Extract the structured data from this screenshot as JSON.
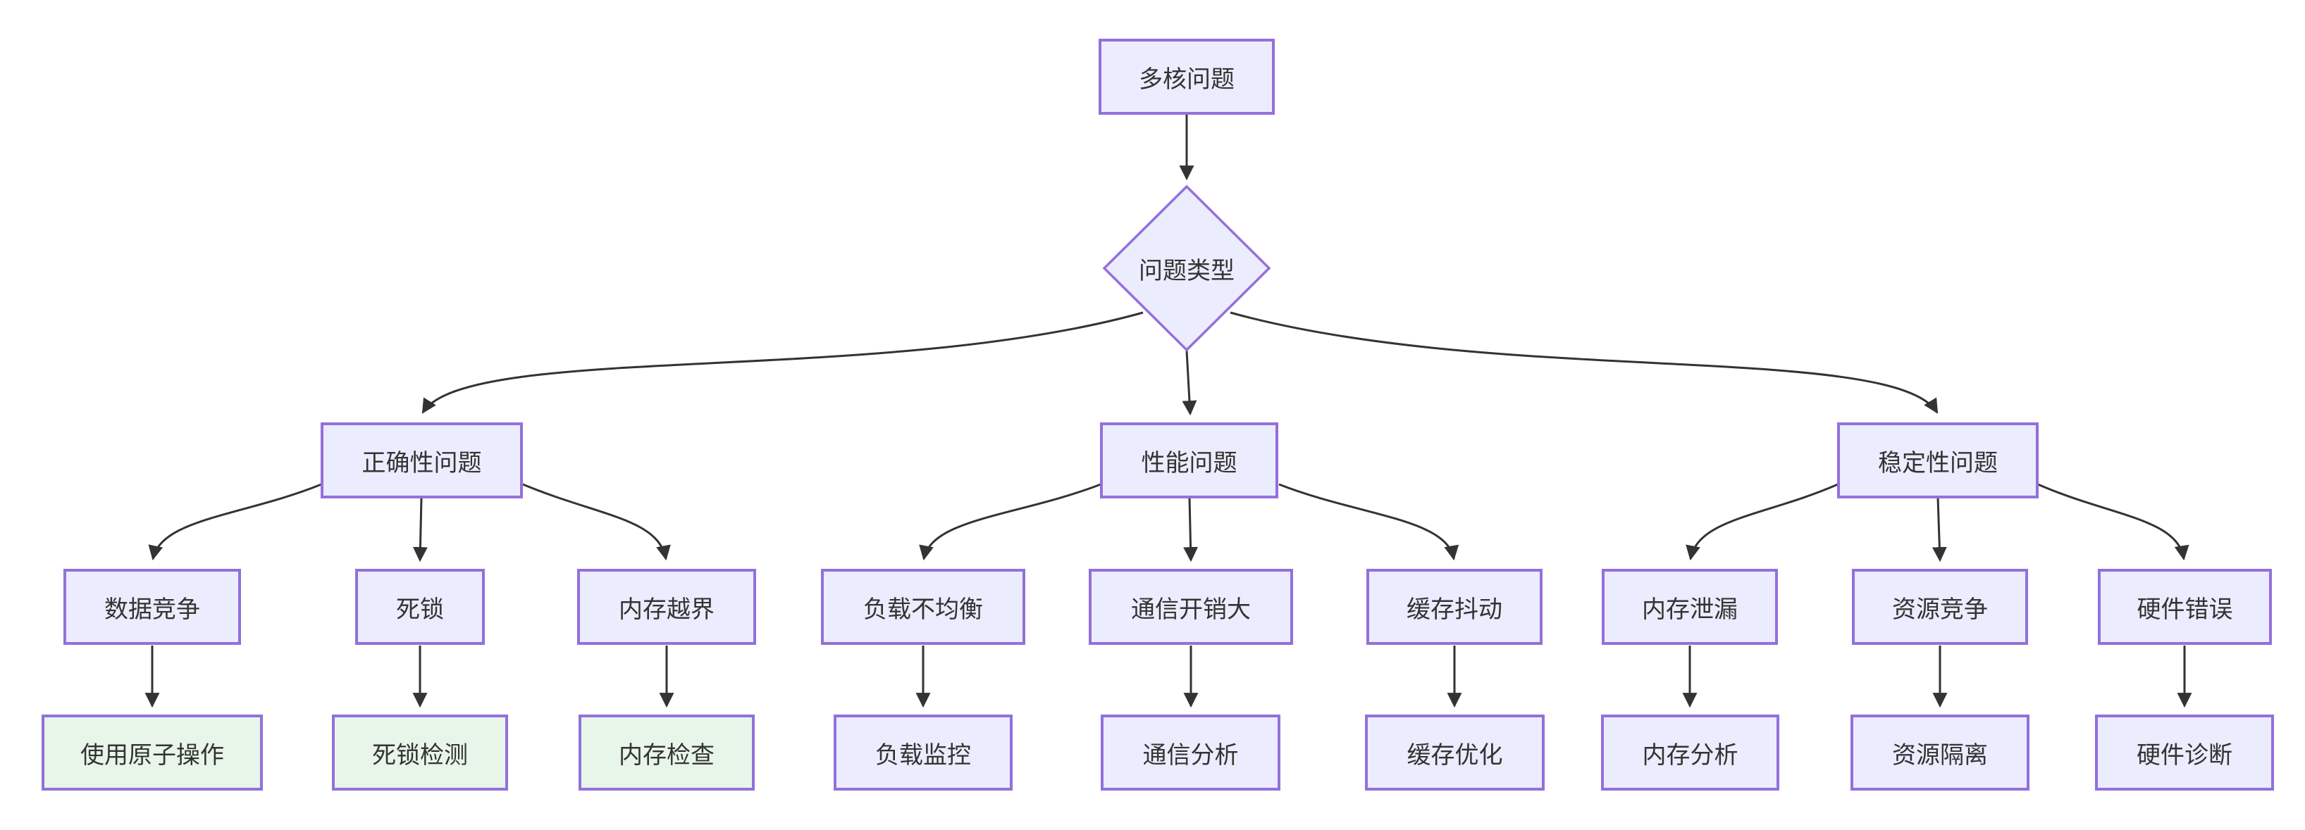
{
  "diagram": {
    "type": "flowchart",
    "colors": {
      "node_fill": "#ECECFF",
      "node_border": "#9370DB",
      "solution_fill": "#E8F5E9",
      "edge_line": "#333333",
      "text": "#333333",
      "background": "#FFFFFF"
    },
    "nodes": {
      "root": {
        "label": "多核问题",
        "shape": "rect"
      },
      "decision": {
        "label": "问题类型",
        "shape": "diamond"
      },
      "correctness": {
        "label": "正确性问题",
        "shape": "rect"
      },
      "performance": {
        "label": "性能问题",
        "shape": "rect"
      },
      "stability": {
        "label": "稳定性问题",
        "shape": "rect"
      },
      "data_race": {
        "label": "数据竞争",
        "shape": "rect"
      },
      "deadlock": {
        "label": "死锁",
        "shape": "rect"
      },
      "memory_oob": {
        "label": "内存越界",
        "shape": "rect"
      },
      "load_imbalance": {
        "label": "负载不均衡",
        "shape": "rect"
      },
      "comm_overhead": {
        "label": "通信开销大",
        "shape": "rect"
      },
      "cache_thrashing": {
        "label": "缓存抖动",
        "shape": "rect"
      },
      "memory_leak": {
        "label": "内存泄漏",
        "shape": "rect"
      },
      "resource_contention": {
        "label": "资源竞争",
        "shape": "rect"
      },
      "hardware_error": {
        "label": "硬件错误",
        "shape": "rect"
      },
      "use_atomic_ops": {
        "label": "使用原子操作",
        "shape": "rect",
        "style": "solution"
      },
      "deadlock_detection": {
        "label": "死锁检测",
        "shape": "rect",
        "style": "solution"
      },
      "memory_check": {
        "label": "内存检查",
        "shape": "rect",
        "style": "solution"
      },
      "load_monitoring": {
        "label": "负载监控",
        "shape": "rect"
      },
      "comm_analysis": {
        "label": "通信分析",
        "shape": "rect"
      },
      "cache_optimization": {
        "label": "缓存优化",
        "shape": "rect"
      },
      "memory_analysis": {
        "label": "内存分析",
        "shape": "rect"
      },
      "resource_isolation": {
        "label": "资源隔离",
        "shape": "rect"
      },
      "hardware_diagnosis": {
        "label": "硬件诊断",
        "shape": "rect"
      }
    },
    "edges": [
      {
        "from": "root",
        "to": "decision"
      },
      {
        "from": "decision",
        "to": "correctness"
      },
      {
        "from": "decision",
        "to": "performance"
      },
      {
        "from": "decision",
        "to": "stability"
      },
      {
        "from": "correctness",
        "to": "data_race"
      },
      {
        "from": "correctness",
        "to": "deadlock"
      },
      {
        "from": "correctness",
        "to": "memory_oob"
      },
      {
        "from": "performance",
        "to": "load_imbalance"
      },
      {
        "from": "performance",
        "to": "comm_overhead"
      },
      {
        "from": "performance",
        "to": "cache_thrashing"
      },
      {
        "from": "stability",
        "to": "memory_leak"
      },
      {
        "from": "stability",
        "to": "resource_contention"
      },
      {
        "from": "stability",
        "to": "hardware_error"
      },
      {
        "from": "data_race",
        "to": "use_atomic_ops"
      },
      {
        "from": "deadlock",
        "to": "deadlock_detection"
      },
      {
        "from": "memory_oob",
        "to": "memory_check"
      },
      {
        "from": "load_imbalance",
        "to": "load_monitoring"
      },
      {
        "from": "comm_overhead",
        "to": "comm_analysis"
      },
      {
        "from": "cache_thrashing",
        "to": "cache_optimization"
      },
      {
        "from": "memory_leak",
        "to": "memory_analysis"
      },
      {
        "from": "resource_contention",
        "to": "resource_isolation"
      },
      {
        "from": "hardware_error",
        "to": "hardware_diagnosis"
      }
    ]
  }
}
